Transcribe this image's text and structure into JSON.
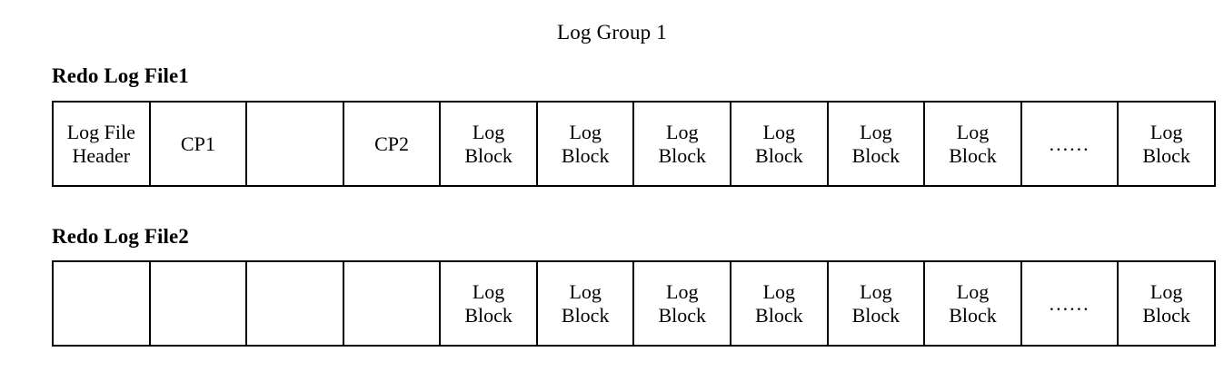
{
  "diagram": {
    "title": "Log Group 1",
    "files": [
      {
        "label": "Redo Log File1",
        "cells": [
          {
            "text": "Log File\nHeader",
            "kind": "header"
          },
          {
            "text": "CP1",
            "kind": "checkpoint"
          },
          {
            "text": "",
            "kind": "empty"
          },
          {
            "text": "CP2",
            "kind": "checkpoint"
          },
          {
            "text": "Log\nBlock",
            "kind": "log-block"
          },
          {
            "text": "Log\nBlock",
            "kind": "log-block"
          },
          {
            "text": "Log\nBlock",
            "kind": "log-block"
          },
          {
            "text": "Log\nBlock",
            "kind": "log-block"
          },
          {
            "text": "Log\nBlock",
            "kind": "log-block"
          },
          {
            "text": "Log\nBlock",
            "kind": "log-block"
          },
          {
            "text": "......",
            "kind": "ellipsis"
          },
          {
            "text": "Log\nBlock",
            "kind": "log-block"
          }
        ]
      },
      {
        "label": "Redo Log File2",
        "cells": [
          {
            "text": "",
            "kind": "empty"
          },
          {
            "text": "",
            "kind": "empty"
          },
          {
            "text": "",
            "kind": "empty"
          },
          {
            "text": "",
            "kind": "empty"
          },
          {
            "text": "Log\nBlock",
            "kind": "log-block"
          },
          {
            "text": "Log\nBlock",
            "kind": "log-block"
          },
          {
            "text": "Log\nBlock",
            "kind": "log-block"
          },
          {
            "text": "Log\nBlock",
            "kind": "log-block"
          },
          {
            "text": "Log\nBlock",
            "kind": "log-block"
          },
          {
            "text": "Log\nBlock",
            "kind": "log-block"
          },
          {
            "text": "......",
            "kind": "ellipsis"
          },
          {
            "text": "Log\nBlock",
            "kind": "log-block"
          }
        ]
      }
    ],
    "colors": {
      "background": "#ffffff",
      "stroke": "#000000",
      "text": "#000000"
    }
  }
}
